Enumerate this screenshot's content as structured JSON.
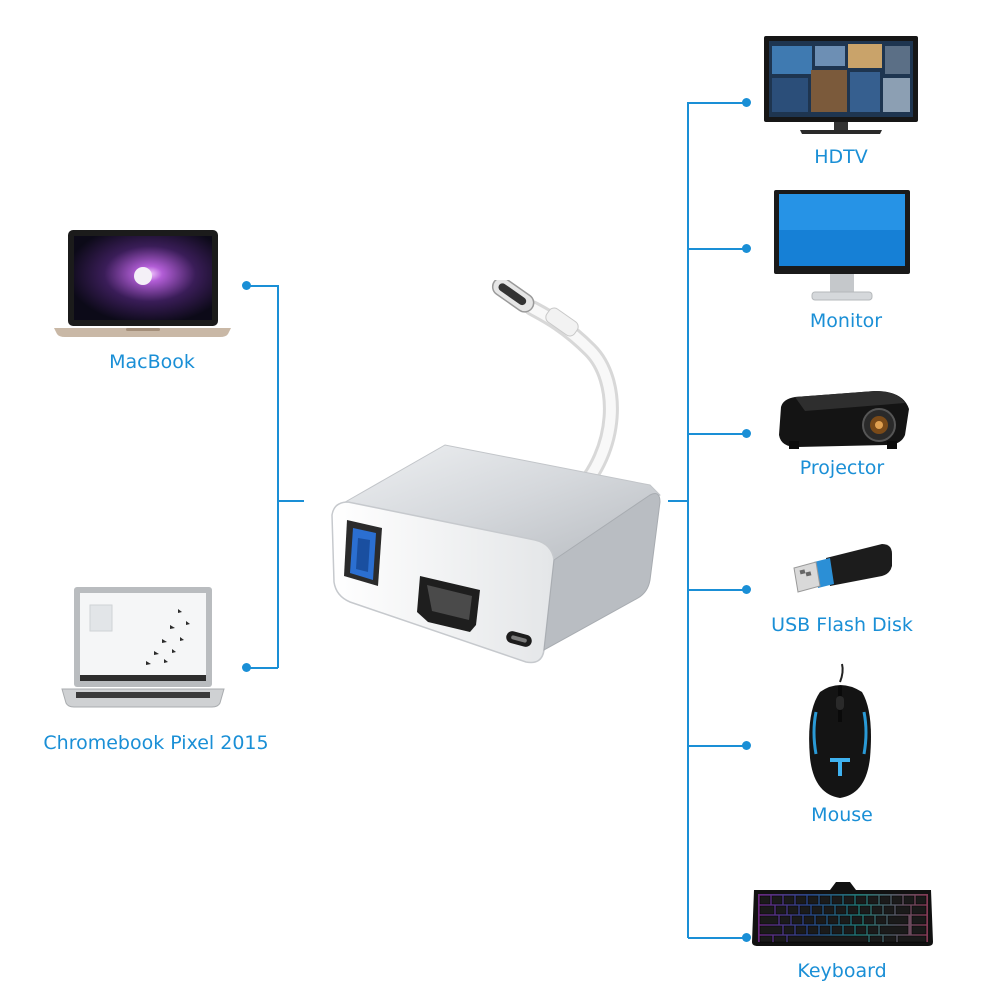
{
  "hub": {
    "ports": [
      "usb-a-port",
      "hdmi-port",
      "usb-c-port"
    ],
    "colors": {
      "body": "#d9dce0",
      "edge": "#f4f5f6",
      "cable": "#f0f0f0",
      "port": "#1c1c1c",
      "usb_blue": "#2b6fd1"
    }
  },
  "left_devices": [
    {
      "id": "macbook",
      "label": "MacBook",
      "icon": "laptop-macbook-icon"
    },
    {
      "id": "chromebook",
      "label": "Chromebook Pixel 2015",
      "icon": "laptop-chromebook-icon"
    }
  ],
  "right_devices": [
    {
      "id": "hdtv",
      "label": "HDTV",
      "icon": "tv-icon"
    },
    {
      "id": "monitor",
      "label": "Monitor",
      "icon": "monitor-icon"
    },
    {
      "id": "projector",
      "label": "Projector",
      "icon": "projector-icon"
    },
    {
      "id": "usb-flash-disk",
      "label": "USB Flash Disk",
      "icon": "usb-flash-drive-icon"
    },
    {
      "id": "mouse",
      "label": "Mouse",
      "icon": "mouse-icon"
    },
    {
      "id": "keyboard",
      "label": "Keyboard",
      "icon": "keyboard-icon"
    }
  ],
  "colors": {
    "accent": "#1a8fd6",
    "background": "#ffffff"
  }
}
